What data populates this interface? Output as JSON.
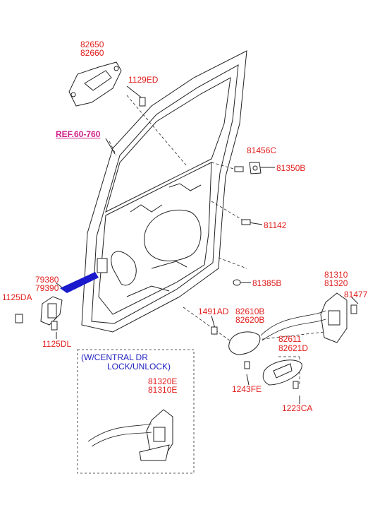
{
  "colors": {
    "part_label": "#e0201e",
    "ref_label": "#d0208a",
    "note_label": "#2020c0",
    "line": "#222222",
    "accent": "#1a1acc"
  },
  "labels": {
    "p82650": "82650",
    "p82660": "82660",
    "p1129ED": "1129ED",
    "ref": "REF.60-760",
    "p81456C": "81456C",
    "p81350B": "81350B",
    "p81142": "81142",
    "p79380": "79380",
    "p79390": "79390",
    "p1125DA": "1125DA",
    "p1125DL": "1125DL",
    "p81385B": "81385B",
    "p81310": "81310",
    "p81320": "81320",
    "p81477": "81477",
    "p1491AD": "1491AD",
    "p82610B": "82610B",
    "p82620B": "82620B",
    "p82611": "82611",
    "p82621D": "82621D",
    "p1243FE": "1243FE",
    "p1223CA": "1223CA",
    "note1": "(W/CENTRAL DR",
    "note2": "LOCK/UNLOCK)",
    "p81320E": "81320E",
    "p81310E": "81310E"
  }
}
